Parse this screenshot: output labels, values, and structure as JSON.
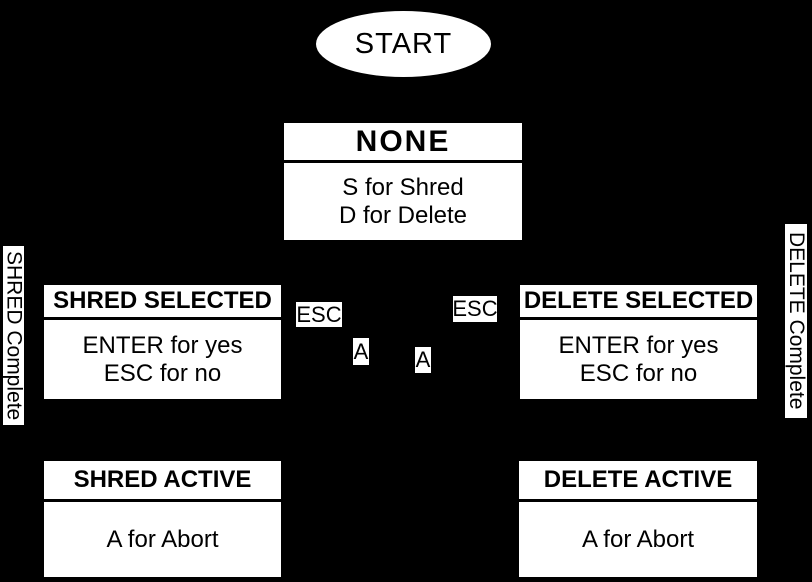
{
  "colors": {
    "background": "#000000",
    "node_fill": "#ffffff",
    "text": "#000000"
  },
  "nodes": {
    "start": {
      "label": "START"
    },
    "none": {
      "title": "NONE",
      "lines": [
        "S for Shred",
        "D for Delete"
      ]
    },
    "shred_selected": {
      "title": "SHRED SELECTED",
      "lines": [
        "ENTER for yes",
        "ESC for no"
      ]
    },
    "delete_selected": {
      "title": "DELETE SELECTED",
      "lines": [
        "ENTER for yes",
        "ESC for no"
      ]
    },
    "shred_active": {
      "title": "SHRED ACTIVE",
      "lines": [
        "A for Abort"
      ]
    },
    "delete_active": {
      "title": "DELETE ACTIVE",
      "lines": [
        "A for Abort"
      ]
    }
  },
  "edge_labels": {
    "esc_left": "ESC",
    "esc_right": "ESC",
    "abort_left": "A",
    "abort_right": "A",
    "shred_complete": "SHRED Complete",
    "delete_complete": "DELETE Complete"
  }
}
